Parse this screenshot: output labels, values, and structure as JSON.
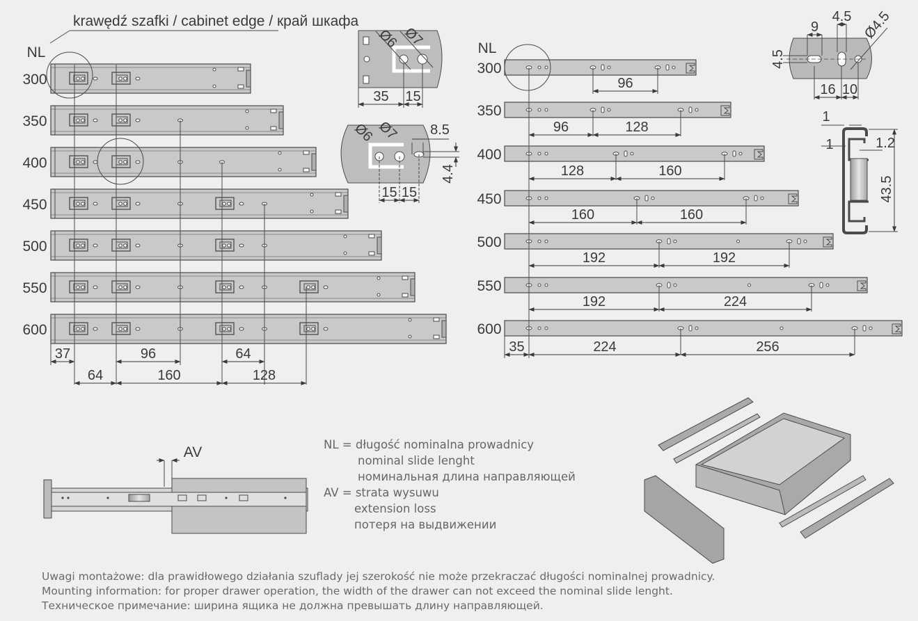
{
  "header": {
    "cabinet_edge": "krawędź szafki / cabinet edge / край шкафа",
    "nl_left": "NL",
    "nl_right": "NL"
  },
  "left_rails": {
    "sizes": [
      "300",
      "350",
      "400",
      "450",
      "500",
      "550",
      "600"
    ]
  },
  "left_dims": [
    "37",
    "96",
    "64",
    "64",
    "160",
    "128"
  ],
  "right_rails": {
    "sizes": [
      "300",
      "350",
      "400",
      "450",
      "500",
      "550",
      "600"
    ]
  },
  "right_dims": {
    "r300": [
      "96"
    ],
    "r350": [
      "96",
      "128"
    ],
    "r400": [
      "128",
      "160"
    ],
    "r450": [
      "160",
      "160"
    ],
    "r500": [
      "192",
      "192"
    ],
    "r550": [
      "192",
      "224"
    ],
    "r600": [
      "35",
      "224",
      "256"
    ]
  },
  "detail_bracket_top": {
    "d1": "Ø6",
    "d2": "Ø7",
    "w1": "35",
    "w2": "15"
  },
  "detail_bracket_mid": {
    "d1": "Ø6",
    "d2": "Ø7",
    "w1": "15",
    "w2": "15",
    "slot_w": "8.5",
    "slot_h": "4.4"
  },
  "detail_plate": {
    "w_slot": "9",
    "w_vslot": "4.5",
    "hole": "Ø4.5",
    "h_slot": "4.5",
    "d1": "16",
    "d2": "10"
  },
  "detail_profile": {
    "t1": "1",
    "t2": "1",
    "t3": "1.2",
    "height": "43.5"
  },
  "av_label": "AV",
  "legend": {
    "nl_line1": "NL = długość nominalna prowadnicy",
    "nl_line2": "nominal slide lenght",
    "nl_line3": "номинальная длина направляющей",
    "av_line1": "AV = strata wysuwu",
    "av_line2": "extension loss",
    "av_line3": "потеря на выдвижении"
  },
  "notes": [
    "Uwagi montażowe: dla prawidłowego działania szuflady jej szerokość nie może przekraczać długości nominalnej prowadnicy.",
    "Mounting information: for proper drawer operation, the width of the drawer can not exceed the nominal slide lenght.",
    "Техническое примечание: ширина ящика не должна превышать длину направляющей."
  ],
  "colors": {
    "background": "#efefef",
    "rail": "#c9c9c9",
    "line": "#4a4a4a",
    "text": "#3a3a3a"
  }
}
